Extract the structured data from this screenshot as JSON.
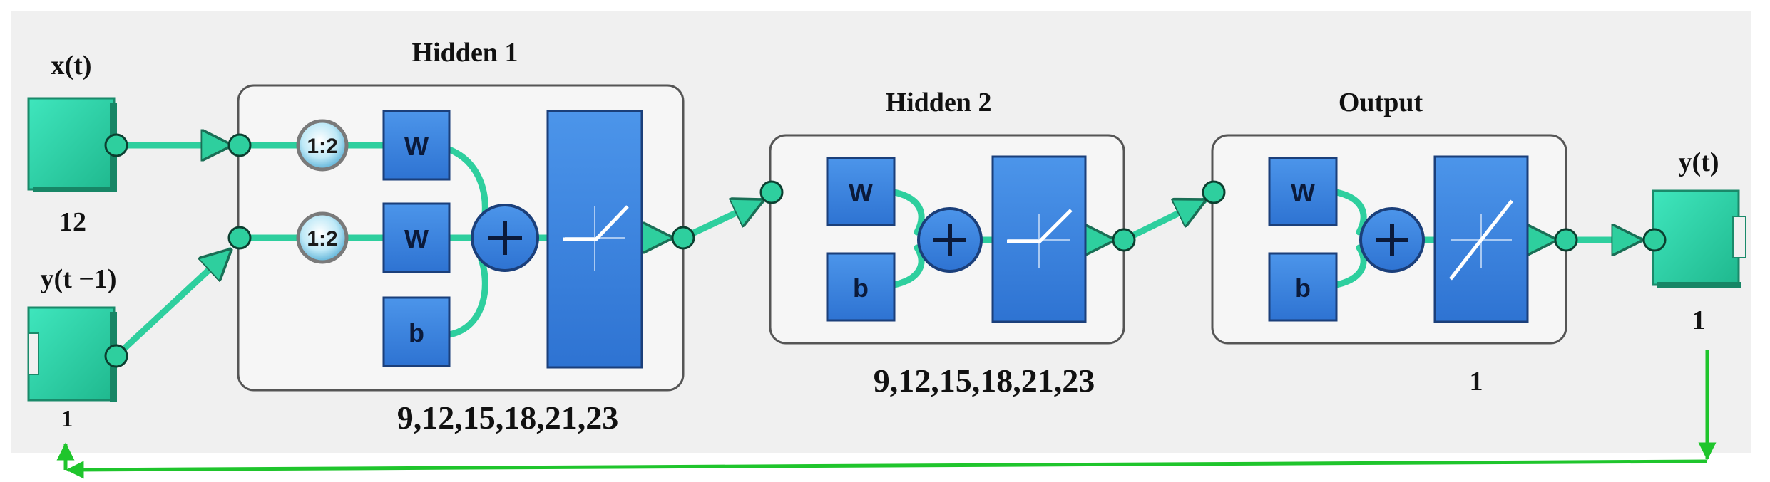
{
  "inputs": {
    "x": {
      "label": "x(t)",
      "size": "12"
    },
    "y_prev": {
      "label": "y(t −1)",
      "size": "1"
    }
  },
  "output": {
    "label": "y(t)",
    "size": "1"
  },
  "layers": [
    {
      "title": "Hidden 1",
      "neurons": "9,12,15,18,21,23",
      "transfer": "relu-like"
    },
    {
      "title": "Hidden 2",
      "neurons": "9,12,15,18,21,23",
      "transfer": "relu-like"
    },
    {
      "title": "Output",
      "neurons": "1",
      "transfer": "linear"
    }
  ],
  "blocks": {
    "weight": "W",
    "bias": "b",
    "delay": "1:2",
    "sum": "+"
  },
  "colors": {
    "io_block": "#2fd3a8",
    "layer_block": "#3f86e0",
    "connector": "#2ecf9e",
    "feedback": "#1fc52c",
    "panel": "#f0f0f0"
  },
  "icons": [
    "tapped-delay-icon",
    "summation-icon",
    "transfer-function-icon",
    "arrow-icon"
  ]
}
